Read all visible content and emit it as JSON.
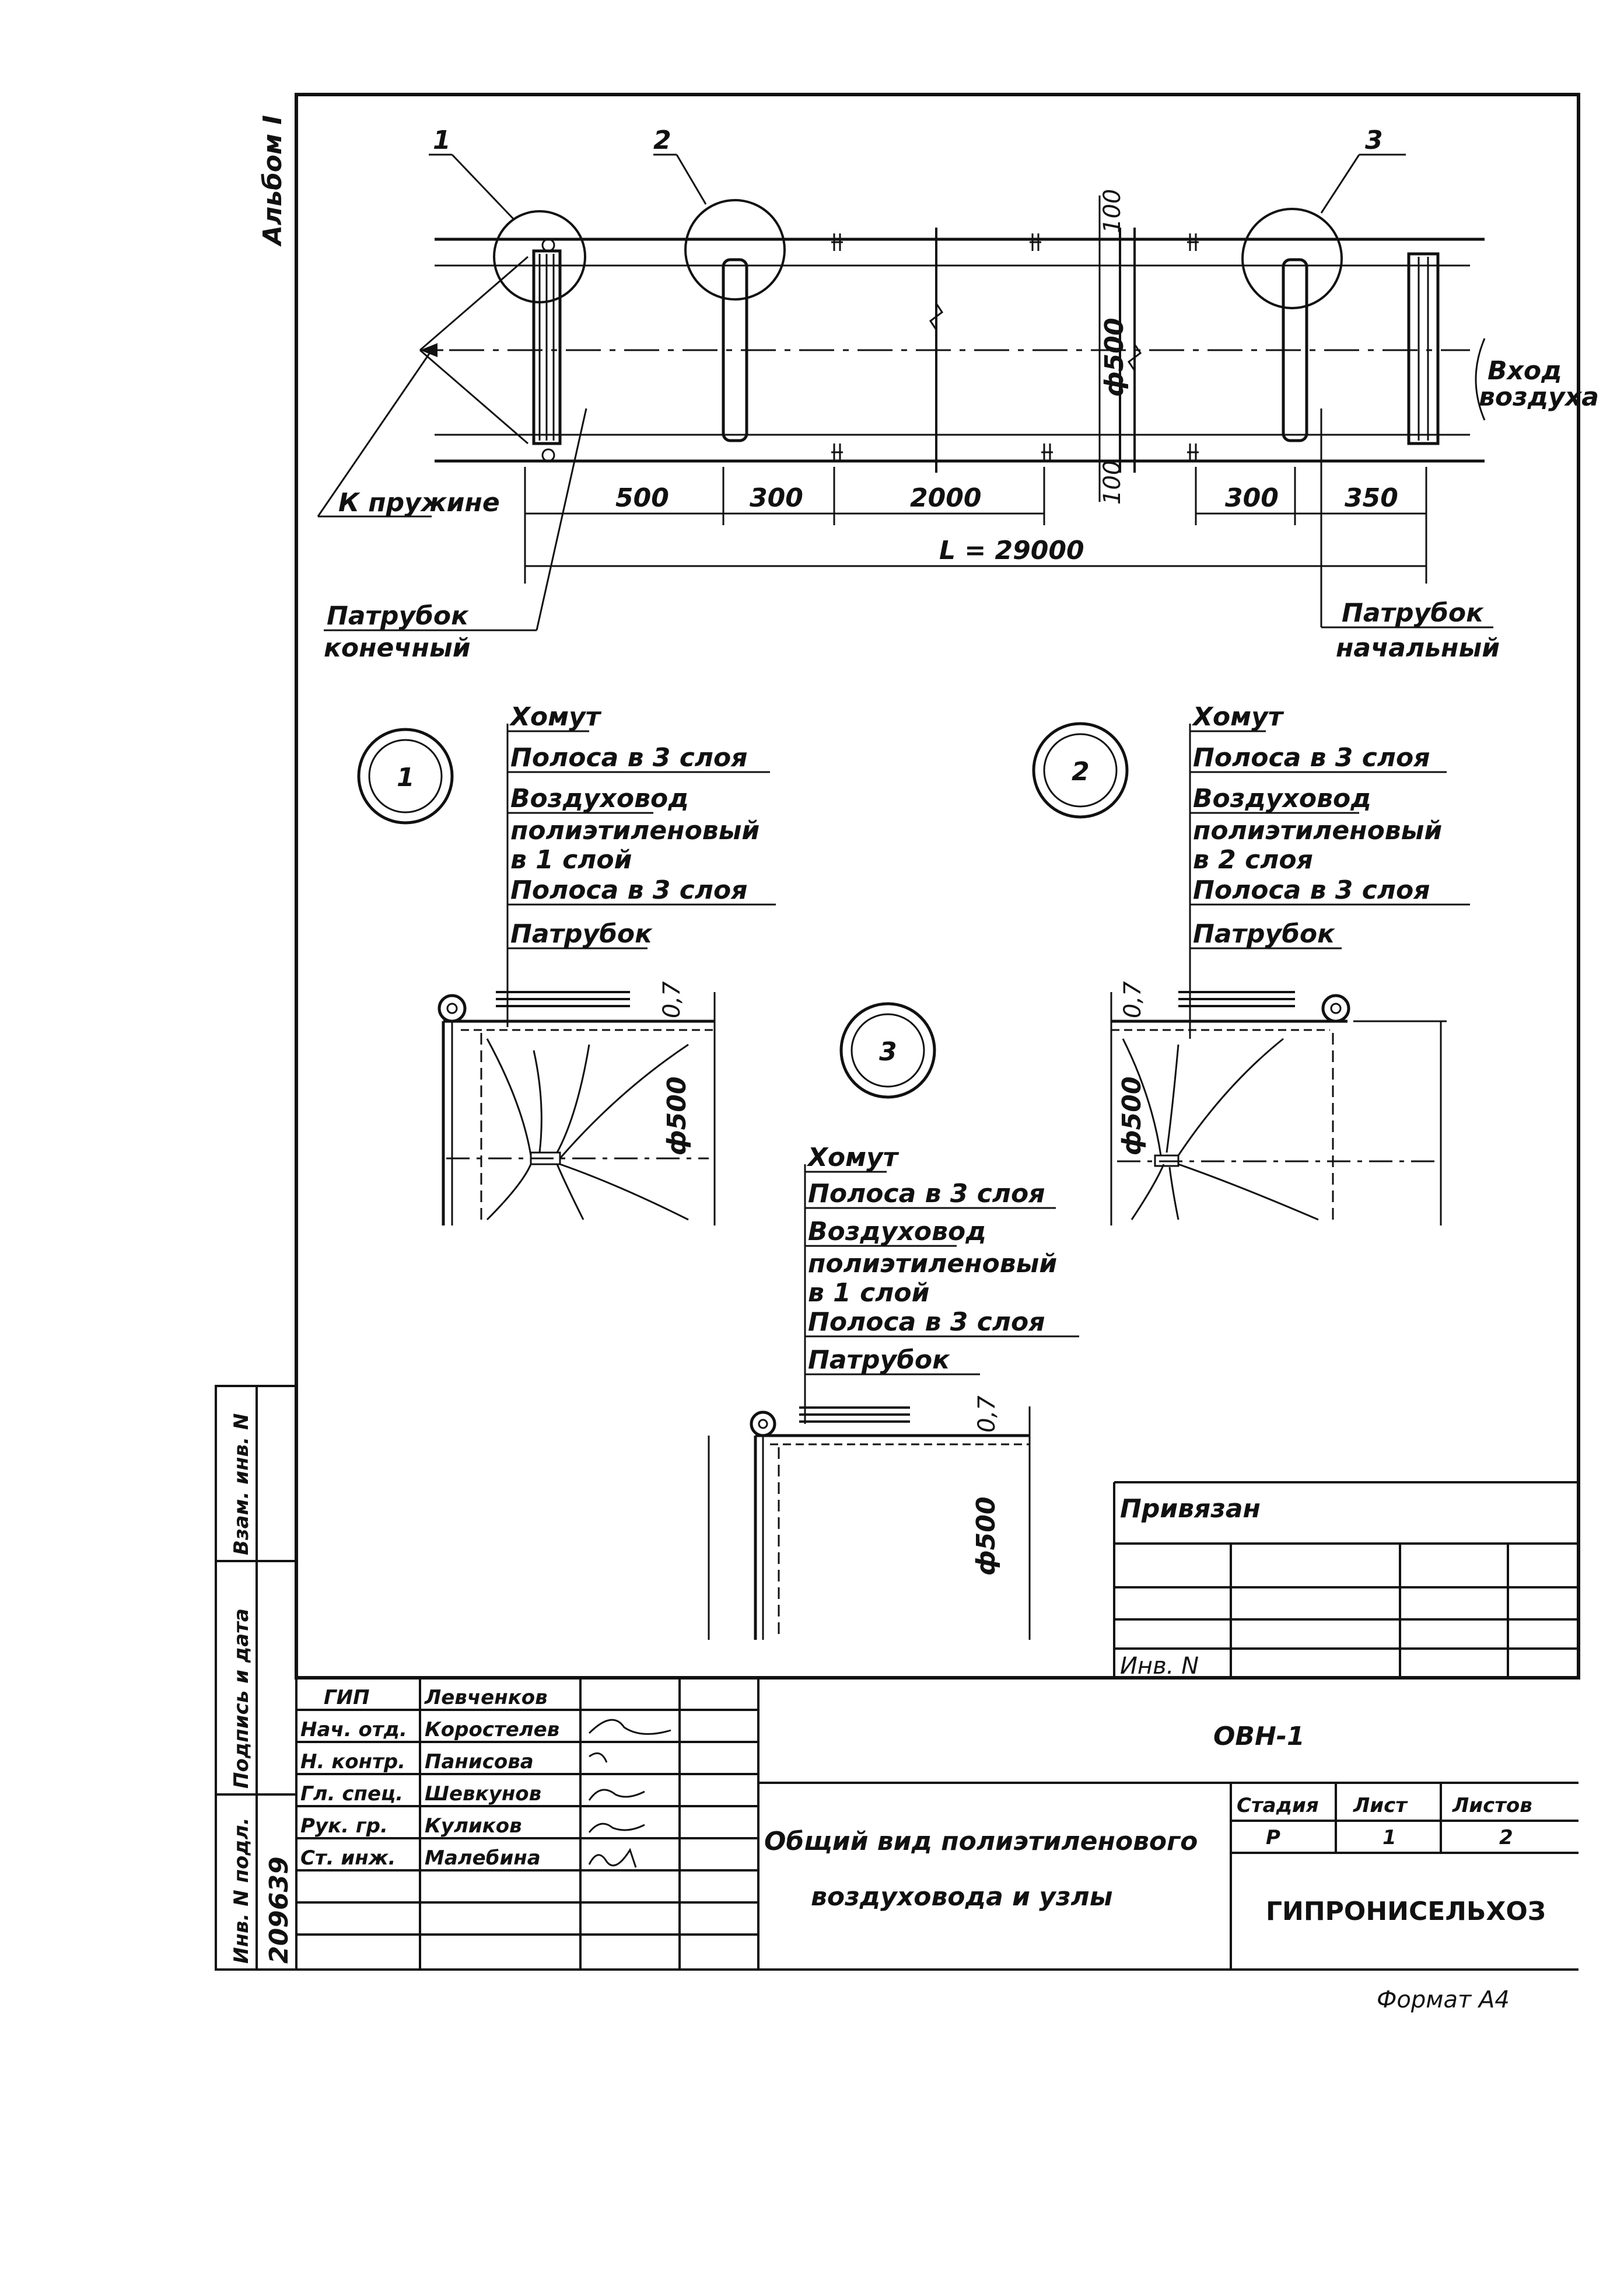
{
  "album_label": "Альбом I",
  "callouts": {
    "c1": "1",
    "c2": "2",
    "c3": "3"
  },
  "main_view": {
    "dims": {
      "d500": "500",
      "d300a": "300",
      "d2000": "2000",
      "d300b": "300",
      "d350": "350",
      "d100a": "100",
      "d100b": "100",
      "phi500": "ф500",
      "length": "L = 29000"
    },
    "labels": {
      "k_pruzhine": "К пружине",
      "vhod1": "Вход",
      "vhod2": "воздуха",
      "patrubok_kon1": "Патрубок",
      "patrubok_kon2": "конечный",
      "patrubok_nach1": "Патрубок",
      "patrubok_nach2": "начальный"
    }
  },
  "node1": {
    "id": "1",
    "layers": [
      "Хомут",
      "Полоса в 3 слоя",
      "Воздуховод",
      "полиэтиленовый",
      "в 1 слой",
      "Полоса в 3 слоя",
      "Патрубок"
    ],
    "dim_t": "0,7",
    "dim_d": "ф500"
  },
  "node2": {
    "id": "2",
    "layers": [
      "Хомут",
      "Полоса в 3 слоя",
      "Воздуховод",
      "полиэтиленовый",
      "в 2 слоя",
      "Полоса в 3 слоя",
      "Патрубок"
    ],
    "dim_t": "0,7",
    "dim_d": "ф500"
  },
  "node3": {
    "id": "3",
    "layers": [
      "Хомут",
      "Полоса в 3 слоя",
      "Воздуховод",
      "полиэтиленовый",
      "в 1 слой",
      "Полоса в 3 слоя",
      "Патрубок"
    ],
    "dim_t": "0,7",
    "dim_d": "ф500"
  },
  "privyazan": "Привязан",
  "inv_label": "Инв. N",
  "side_stamp": {
    "c1": "Инв. N подл.",
    "c2": "Подпись и дата",
    "c3": "Взам. инв. N",
    "number": "209639"
  },
  "title_block": {
    "roles": [
      "ГИП",
      "Нач. отд.",
      "Н. контр.",
      "Гл. спец.",
      "Рук. гр.",
      "Ст. инж."
    ],
    "names": [
      "Левченков",
      "Коростелев",
      "Панисова",
      "Шевкунов",
      "Куликов",
      "Малебина"
    ],
    "code": "ОВН-1",
    "title1": "Общий вид полиэтиленового",
    "title2": "воздуховода и узлы",
    "stage_h": "Стадия",
    "sheet_h": "Лист",
    "sheets_h": "Листов",
    "stage": "Р",
    "sheet": "1",
    "sheets": "2",
    "org": "ГИПРОНИСЕЛЬХОЗ"
  },
  "format": "Формат А4"
}
